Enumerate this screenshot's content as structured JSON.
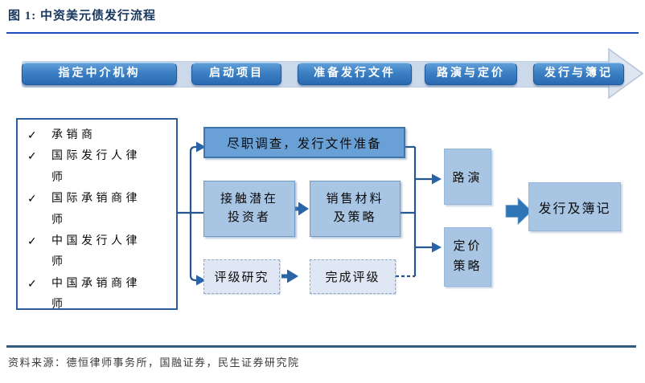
{
  "figure": {
    "title": "图 1: 中资美元债发行流程",
    "source": "资料来源：德恒律师事务所，国融证券，民生证券研究院"
  },
  "banner": {
    "stages": [
      "指定中介机构",
      "启动项目",
      "准备发行文件",
      "路演与定价",
      "发行与簿记"
    ]
  },
  "participants": {
    "check": "✓",
    "items": [
      "承销商",
      "国际发行人律师",
      "国际承销商律师",
      "中国发行人律师",
      "中国承销商律师"
    ]
  },
  "flow": {
    "due_diligence": "尽职调查，发行文件准备",
    "contact_investors": "接触潜在\n投资者",
    "sales_materials": "销售材料\n及策略",
    "rating_research": "评级研究",
    "rating_complete": "完成评级",
    "roadshow": "路演",
    "pricing_strategy": "定价\n策略",
    "issue_bookbuilding": "发行及簿记"
  },
  "colors": {
    "accent": "#2e75b6",
    "stage_box": "#3c80c4",
    "medium_box": "#69a1d6",
    "light_box": "#a8c6e4",
    "pale_box": "#dee7f3",
    "banner_strip": "#ccd9eb",
    "connector_line": "#24578f",
    "title_text": "#17365d",
    "top_rule": "#1d4fc0",
    "bottom_rule": "#33597d"
  }
}
